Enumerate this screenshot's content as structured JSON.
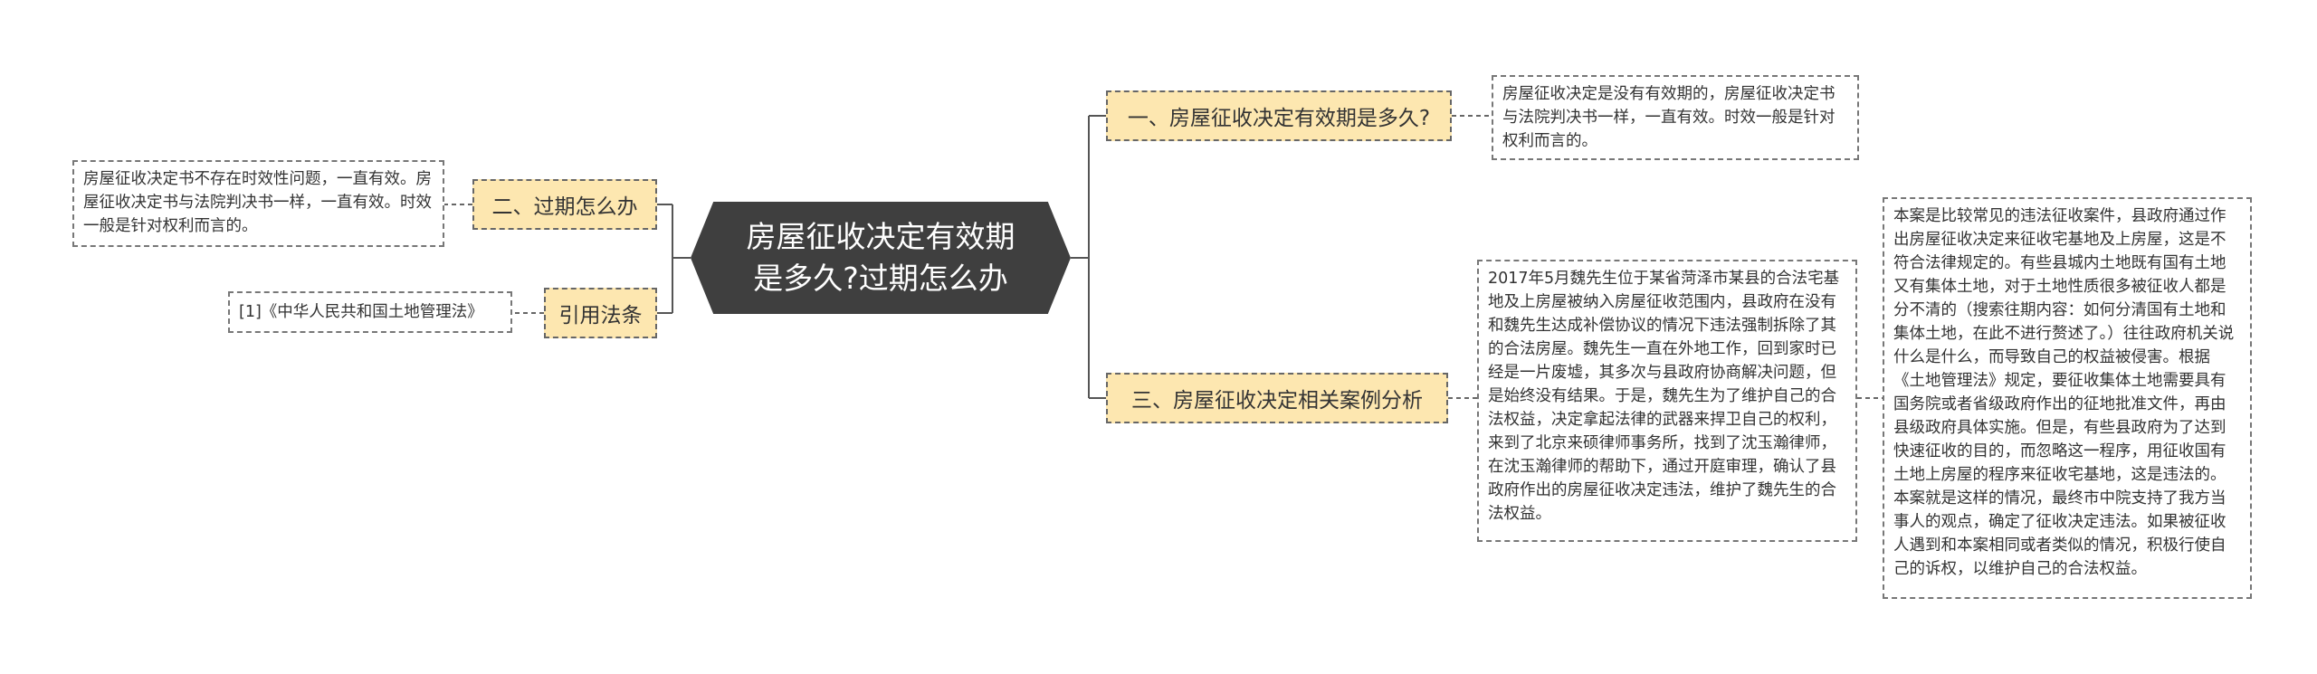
{
  "mindmap": {
    "center": {
      "title": "房屋征收决定有效期是多久?过期怎么办"
    },
    "branches": [
      {
        "label": "一、房屋征收决定有效期是多久?"
      },
      {
        "label": "三、房屋征收决定相关案例分析"
      },
      {
        "label": "二、过期怎么办"
      },
      {
        "label": "引用法条"
      }
    ],
    "leaves": [
      {
        "text": "房屋征收决定是没有有效期的，房屋征收决定书与法院判决书一样，一直有效。时效一般是针对权利而言的。"
      },
      {
        "text": "2017年5月魏先生位于某省菏泽市某县的合法宅基地及上房屋被纳入房屋征收范围内，县政府在没有和魏先生达成补偿协议的情况下违法强制拆除了其的合法房屋。魏先生一直在外地工作，回到家时已经是一片废墟，其多次与县政府协商解决问题，但是始终没有结果。于是，魏先生为了维护自己的合法权益，决定拿起法律的武器来捍卫自己的权利，来到了北京来硕律师事务所，找到了沈玉瀚律师，在沈玉瀚律师的帮助下，通过开庭审理，确认了县政府作出的房屋征收决定违法，维护了魏先生的合法权益。"
      },
      {
        "text": "本案是比较常见的违法征收案件，县政府通过作出房屋征收决定来征收宅基地及上房屋，这是不符合法律规定的。有些县城内土地既有国有土地又有集体土地，对于土地性质很多被征收人都是分不清的（搜索往期内容：如何分清国有土地和集体土地，在此不进行赘述了。）往往政府机关说什么是什么，而导致自己的权益被侵害。根据《土地管理法》规定，要征收集体土地需要具有国务院或者省级政府作出的征地批准文件，再由县级政府具体实施。但是，有些县政府为了达到快速征收的目的，而忽略这一程序，用征收国有土地上房屋的程序来征收宅基地，这是违法的。本案就是这样的情况，最终市中院支持了我方当事人的观点，确定了征收决定违法。如果被征收人遇到和本案相同或者类似的情况，积极行使自己的诉权，以维护自己的合法权益。"
      },
      {
        "text": "房屋征收决定书不存在时效性问题，一直有效。房屋征收决定书与法院判决书一样，一直有效。时效一般是针对权利而言的。"
      },
      {
        "text": "[1]《中华人民共和国土地管理法》"
      }
    ]
  }
}
